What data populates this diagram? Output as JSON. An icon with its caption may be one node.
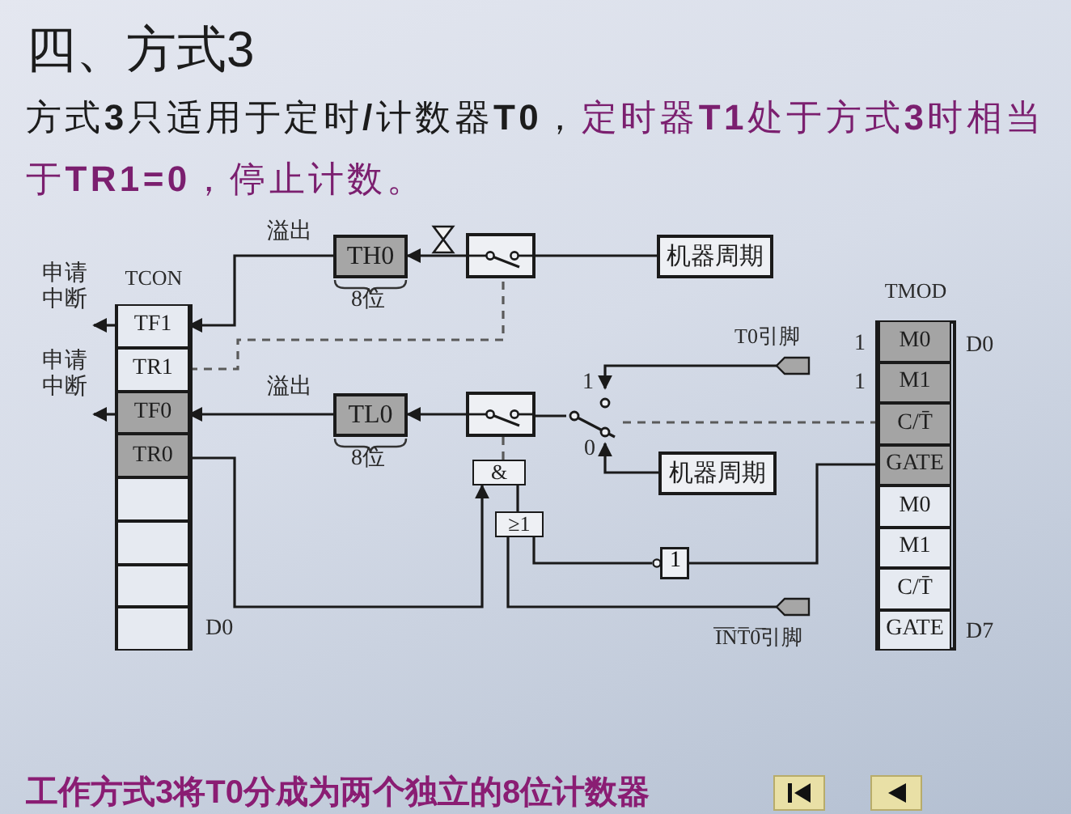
{
  "diagram": {
    "title": "四、方式3",
    "caption": "工作方式3将T0分成为两个独立的8位计数器",
    "nodes": [
      {
        "text": [
          "申请中断"
        ]
      },
      {
        "text": [
          "申请中断"
        ]
      },
      {
        "text": [
          "TCON"
        ],
        "beside": [
          "D0"
        ]
      },
      {
        "text": [
          "TF1"
        ],
        "in": 2
      },
      {
        "text": [
          "TR1"
        ],
        "in": 2
      },
      {
        "text": [
          "TF0"
        ],
        "in": 2
      },
      {
        "text": [
          "TR0"
        ],
        "in": 2
      },
      {
        "text": [],
        "shape": "box",
        "in": 2
      },
      {
        "text": [],
        "shape": "box",
        "in": 2
      },
      {
        "text": [],
        "shape": "box",
        "in": 2
      },
      {
        "text": [],
        "shape": "box",
        "in": 2
      },
      {
        "text": [
          "TH0"
        ],
        "beside": [
          "8位"
        ]
      },
      {
        "text": [
          "TL0"
        ],
        "beside": [
          "8位"
        ]
      },
      {
        "text": [],
        "shape": "switch"
      },
      {
        "text": [
          "机器周期"
        ]
      },
      {
        "text": [],
        "shape": "switch"
      },
      {
        "text": [],
        "shape": "switch"
      },
      {
        "text": [
          "T0引脚"
        ]
      },
      {
        "text": [
          "机器周期"
        ]
      },
      {
        "text": [
          "&"
        ]
      },
      {
        "text": [
          "≥1"
        ]
      },
      {
        "text": [
          "1"
        ]
      },
      {
        "text": [
          "I̅N̅T̅0̅引脚"
        ]
      },
      {
        "text": [
          "TMOD"
        ],
        "beside": [
          "D0",
          "D7"
        ]
      },
      {
        "text": [
          "M0"
        ],
        "in": 23
      },
      {
        "text": [
          "M1"
        ],
        "in": 23
      },
      {
        "text": [
          "C/T̄"
        ],
        "in": 23
      },
      {
        "text": [
          "GATE"
        ],
        "in": 23
      },
      {
        "text": [
          "M0"
        ],
        "in": 23
      },
      {
        "text": [
          "M1"
        ],
        "in": 23
      },
      {
        "text": [
          "C/T̄"
        ],
        "in": 23
      },
      {
        "text": [
          "GATE"
        ],
        "in": 23
      }
    ],
    "edges": [
      {
        "from": 3,
        "to": 0,
        "arrow": "to"
      },
      {
        "from": 5,
        "to": 1,
        "arrow": "to"
      },
      {
        "from": 11,
        "to": 3,
        "arrow": "to"
      },
      {
        "from": 12,
        "to": 5,
        "arrow": "to"
      },
      {
        "from": 13,
        "to": 11,
        "arrow": "to"
      },
      {
        "from": 14,
        "to": 13,
        "arrow": "none"
      },
      {
        "from": 15,
        "to": 12,
        "arrow": "to"
      },
      {
        "from": 16,
        "to": 15,
        "arrow": "none"
      },
      {
        "from": 17,
        "to": 16,
        "arrow": "to"
      },
      {
        "from": 18,
        "to": 16,
        "arrow": "to"
      },
      {
        "from": 4,
        "to": 13,
        "arrow": "none",
        "style": "dashed",
        "color": "#5a5a5a"
      },
      {
        "from": 19,
        "to": 15,
        "arrow": "none",
        "style": "dashed",
        "color": "#5a5a5a"
      },
      {
        "from": 26,
        "to": 16,
        "arrow": "none",
        "style": "dashed",
        "color": "#5a5a5a"
      },
      {
        "from": 6,
        "to": 19,
        "arrow": "to"
      },
      {
        "from": 20,
        "to": 19,
        "arrow": "none"
      },
      {
        "from": 27,
        "to": 21,
        "arrow": "none"
      },
      {
        "from": 21,
        "to": 20,
        "arrow": "none"
      },
      {
        "from": 22,
        "to": 20,
        "arrow": "none"
      }
    ],
    "labels": [
      "方式**3**只适用于定时**/**计数器**T0**，",
      "定时器**T1**处于方式**3**时相当于**TR1=0**，停止计数。",
      "溢出",
      "溢出",
      "1",
      "1",
      "1",
      "0"
    ]
  }
}
